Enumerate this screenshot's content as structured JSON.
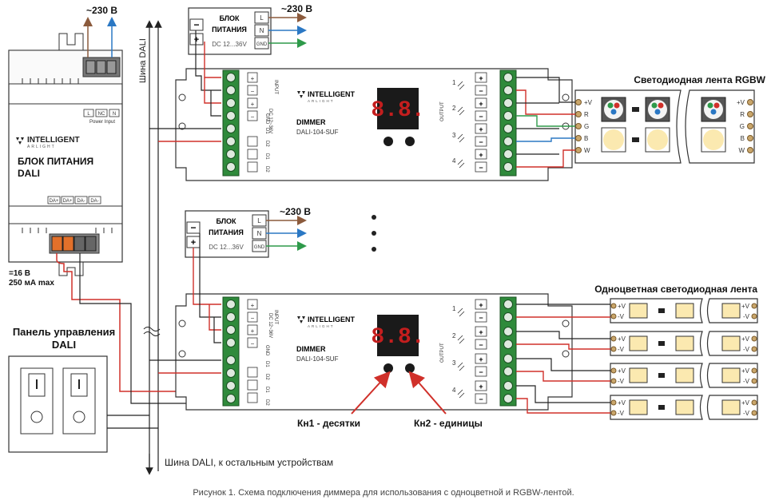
{
  "mains_top": "~230 В",
  "mains_psu1": "~230 В",
  "mains_psu2": "~230 В",
  "psu_small": {
    "title_line1": "БЛОК",
    "title_line2": "ПИТАНИЯ",
    "range": "DC 12...36V",
    "pin_l": "L",
    "pin_n": "N",
    "pin_gnd": "GND",
    "minus": "−",
    "plus": "+"
  },
  "dali_psu": {
    "brand": "INTELLIGENT",
    "sub": "ARLIGHT",
    "title_line1": "БЛОК ПИТАНИЯ",
    "title_line2": "DALI",
    "input_pins": [
      "L",
      "NC",
      "N"
    ],
    "input_label": "Power Input",
    "output_pins": [
      "DA+",
      "DA+",
      "DA-",
      "DA-"
    ],
    "output_voltage": "=16 В",
    "output_current": "250 мА max"
  },
  "bus_label_top": "Шина DALI",
  "bus_label_bottom": "Шина DALI, к остальным устройствам",
  "dimmer": {
    "brand": "INTELLIGENT",
    "sub": "ARLIGHT",
    "title": "DIMMER",
    "model": "DALI-104-SUF",
    "display": "8.8.",
    "input_side": "INPUT",
    "input_range": "DC 12~36V",
    "input_pins": [
      "+",
      "−",
      "+",
      "−"
    ],
    "gnd": "GND",
    "d_pins": [
      "D1",
      "D2",
      "D1",
      "D2"
    ],
    "output_side": "OUTPUT",
    "channels": [
      "1",
      "2",
      "3",
      "4"
    ]
  },
  "rgbw_strip": {
    "title": "Светодиодная лента RGBW",
    "pins": [
      "+V",
      "R",
      "G",
      "B",
      "W"
    ]
  },
  "mono_strip": {
    "title": "Одноцветная светодиодная лента",
    "plus": "+V",
    "minus": "-V"
  },
  "panel": {
    "title_line1": "Панель управления",
    "title_line2": "DALI"
  },
  "buttons": {
    "kn1": "Кн1 - десятки",
    "kn2": "Кн2 - единицы"
  },
  "caption": "Рисунок 1. Схема подключения диммера для использования с одноцветной и RGBW-лентой.",
  "colors": {
    "brown": "#8b5a3c",
    "blue": "#2b78c4",
    "green": "#2e9a4a",
    "red": "#d0302a",
    "terminal_green": "#2f8a3b",
    "terminal_orange": "#e2702a",
    "display": "#c41e1e"
  }
}
